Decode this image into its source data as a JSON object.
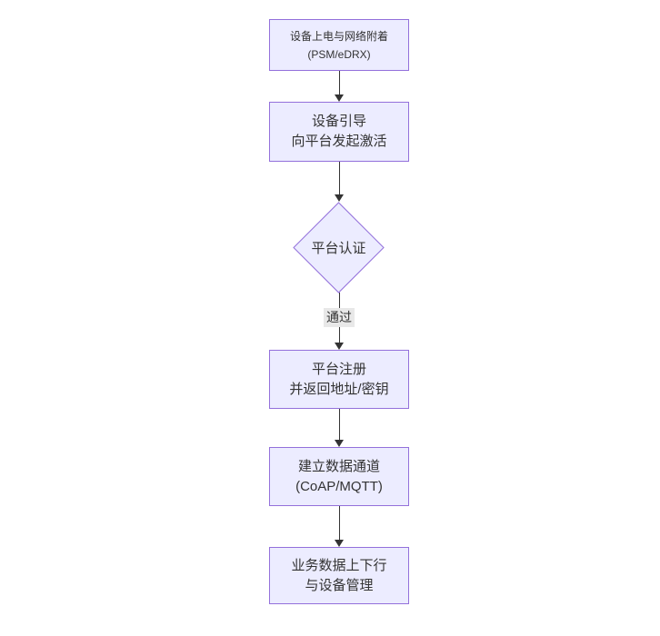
{
  "colors": {
    "node_fill": "#ECECFF",
    "node_border": "#9370DB",
    "edge_color": "#333333",
    "edge_label_bg": "#E8E8E8",
    "text_color": "#333333",
    "canvas_bg": "#FFFFFF"
  },
  "diagram": {
    "type": "flowchart-vertical",
    "nodes": [
      {
        "id": "power-attach",
        "shape": "rect",
        "lines": [
          "设备上电与网络附着",
          "(PSM/eDRX)"
        ]
      },
      {
        "id": "bootstrap",
        "shape": "rect",
        "lines": [
          "设备引导",
          "向平台发起激活"
        ]
      },
      {
        "id": "platform-auth",
        "shape": "diamond",
        "lines": [
          "平台认证"
        ]
      },
      {
        "id": "platform-register",
        "shape": "rect",
        "lines": [
          "平台注册",
          "并返回地址/密钥"
        ]
      },
      {
        "id": "data-channel",
        "shape": "rect",
        "lines": [
          "建立数据通道",
          "(CoAP/MQTT)"
        ]
      },
      {
        "id": "business-data",
        "shape": "rect",
        "lines": [
          "业务数据上下行",
          "与设备管理"
        ]
      }
    ],
    "edges": [
      {
        "from": "power-attach",
        "to": "bootstrap",
        "label": ""
      },
      {
        "from": "bootstrap",
        "to": "platform-auth",
        "label": ""
      },
      {
        "from": "platform-auth",
        "to": "platform-register",
        "label": "通过"
      },
      {
        "from": "platform-register",
        "to": "data-channel",
        "label": ""
      },
      {
        "from": "data-channel",
        "to": "business-data",
        "label": ""
      }
    ]
  }
}
